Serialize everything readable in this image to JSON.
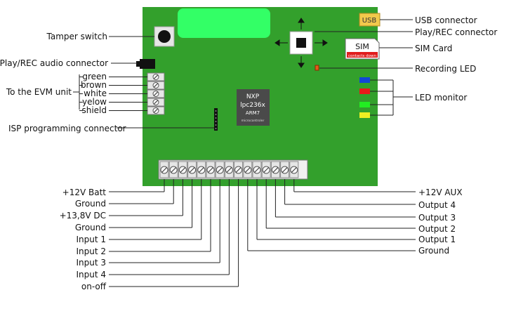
{
  "board": {
    "color": "#33a02c",
    "display_color": "#33ff66",
    "usb_badge": "USB",
    "sim_badge": "SIM",
    "sim_sub": "contacts down",
    "mcu": {
      "line1": "NXP",
      "line2": "lpc236x",
      "line3": "ARM7",
      "line4": "microcontroler"
    }
  },
  "leds": [
    "#1147d6",
    "#e81a1a",
    "#22ee22",
    "#eeee22"
  ],
  "labels_left": {
    "tamper": "Tamper switch",
    "playrec_audio": "Play/REC audio connector",
    "evm_unit": "To the EVM unit",
    "isp": "ISP programming connector"
  },
  "evm_wires": [
    "green",
    "brown",
    "white",
    "yelow",
    "shield"
  ],
  "labels_right": {
    "usb": "USB connector",
    "playrec_conn": "Play/REC connector",
    "sim": "SIM Card",
    "rec_led": "Recording LED",
    "led_monitor": "LED monitor"
  },
  "bottom_left": [
    "+12V Batt",
    "Ground",
    "+13,8V DC",
    "Ground",
    "Input 1",
    "Input 2",
    "Input 3",
    "Input 4",
    "on-off"
  ],
  "bottom_right": [
    "+12V AUX",
    "Output 4",
    "Output 3",
    "Output 2",
    "Output 1",
    "Ground"
  ]
}
